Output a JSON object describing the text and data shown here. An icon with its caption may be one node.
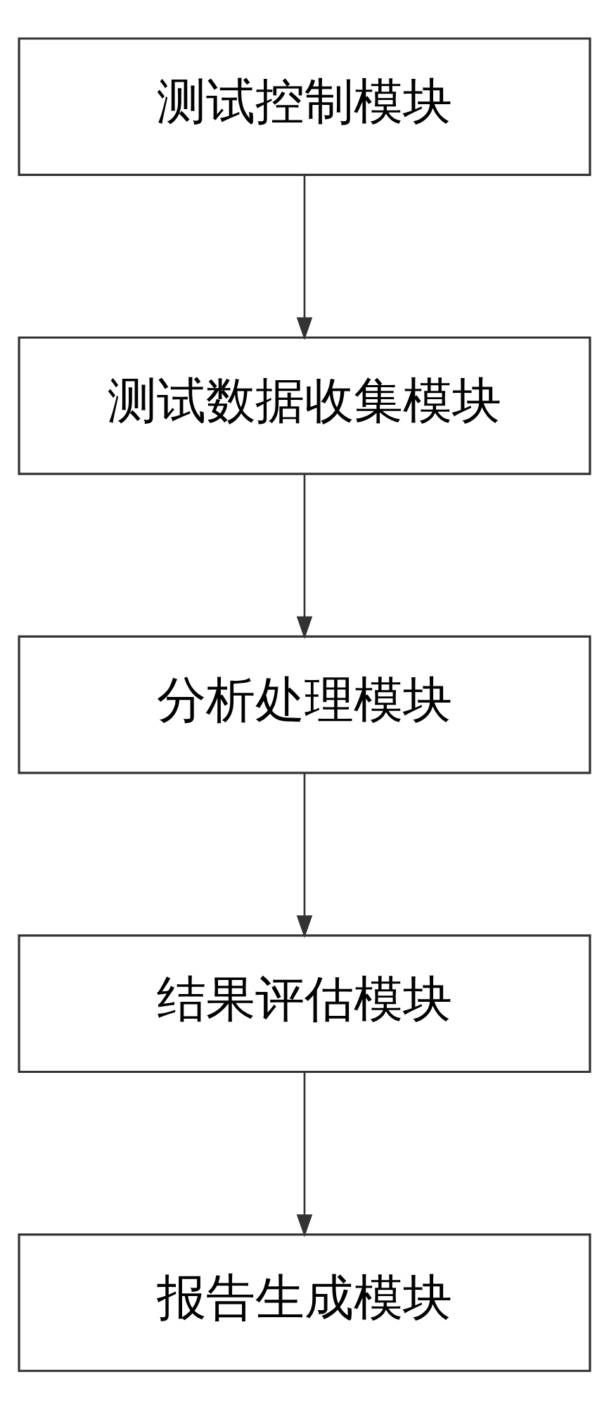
{
  "diagram": {
    "nodes": [
      {
        "text": [
          "测试控制模块"
        ]
      },
      {
        "text": [
          "测试数据收集模块"
        ]
      },
      {
        "text": [
          "分析处理模块"
        ]
      },
      {
        "text": [
          "结果评估模块"
        ]
      },
      {
        "text": [
          "报告生成模块"
        ]
      }
    ],
    "edges": [
      {
        "from": 0,
        "to": 1,
        "arrow": "to"
      },
      {
        "from": 1,
        "to": 2,
        "arrow": "to"
      },
      {
        "from": 2,
        "to": 3,
        "arrow": "to"
      },
      {
        "from": 3,
        "to": 4,
        "arrow": "to"
      }
    ]
  }
}
